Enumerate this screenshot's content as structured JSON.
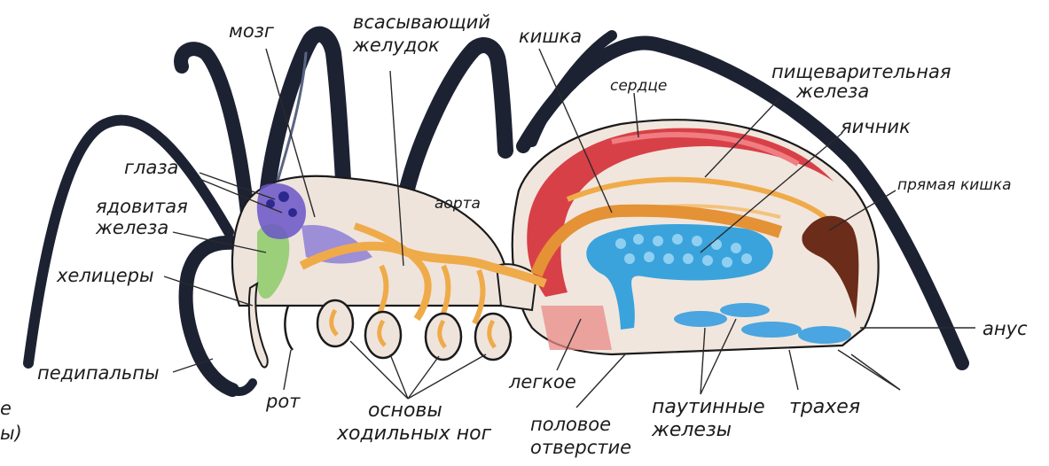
{
  "diagram": {
    "labels": {
      "brain": "мозг",
      "stomach": [
        "всасывающий",
        "желудок"
      ],
      "intestine": "кишка",
      "heart": "сердце",
      "digestive_gland": [
        "пищеварительная",
        "железа"
      ],
      "ovary": "яичник",
      "rectum": "прямая кишка",
      "eyes": "глаза",
      "venom_gland": [
        "ядовитая",
        "железа"
      ],
      "aorta": "аорта",
      "chelicerae": "хелицеры",
      "anus": "анус",
      "pedipalps": "педипальпы",
      "lung": "легкое",
      "mouth": "рот",
      "leg_bases": [
        "основы",
        "ходильных ног"
      ],
      "genital_opening": [
        "половое",
        "отверстие"
      ],
      "silk_glands": [
        "паутинные",
        "железы"
      ],
      "trachea": "трахея",
      "cut_edge": [
        "е",
        "ы)"
      ]
    },
    "colors": {
      "leg": "#1d2233",
      "body_fill": "#efe4dc",
      "heart_red": "#d6323a",
      "gut_orange": "#efab4a",
      "ovary_blue": "#3aa3dc",
      "rectum_brown": "#6b2c1a",
      "venom_green": "#9bcf7a",
      "nerve_purple": "#6a55c8"
    }
  }
}
